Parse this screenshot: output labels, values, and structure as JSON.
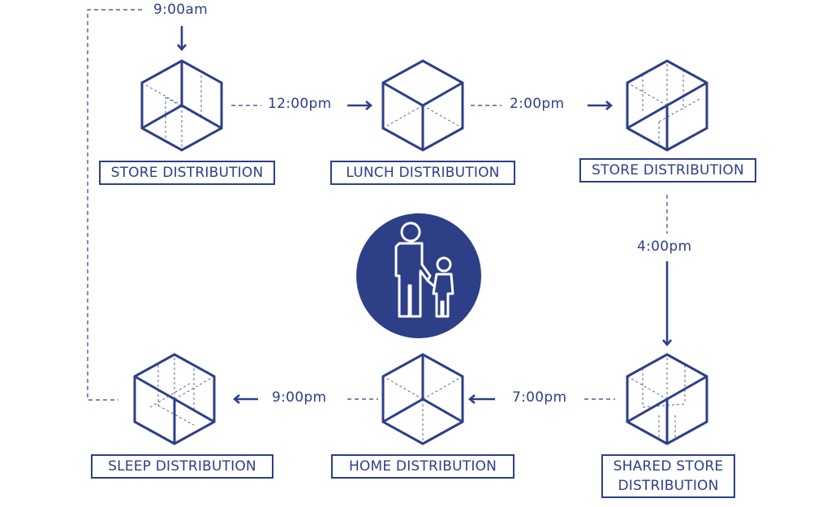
{
  "accent_color": "#2d3f87",
  "times": {
    "t_900am": "9:00am",
    "t_1200pm": "12:00pm",
    "t_200pm": "2:00pm",
    "t_400pm": "4:00pm",
    "t_700pm": "7:00pm",
    "t_900pm": "9:00pm"
  },
  "nodes": {
    "store_1": "STORE DISTRIBUTION",
    "lunch": "LUNCH DISTRIBUTION",
    "store_2": "STORE DISTRIBUTION",
    "shared_line1": "SHARED STORE",
    "shared_line2": "DISTRIBUTION",
    "home": "HOME DISTRIBUTION",
    "sleep": "SLEEP DISTRIBUTION"
  },
  "center_icon": "adult-and-child-icon"
}
